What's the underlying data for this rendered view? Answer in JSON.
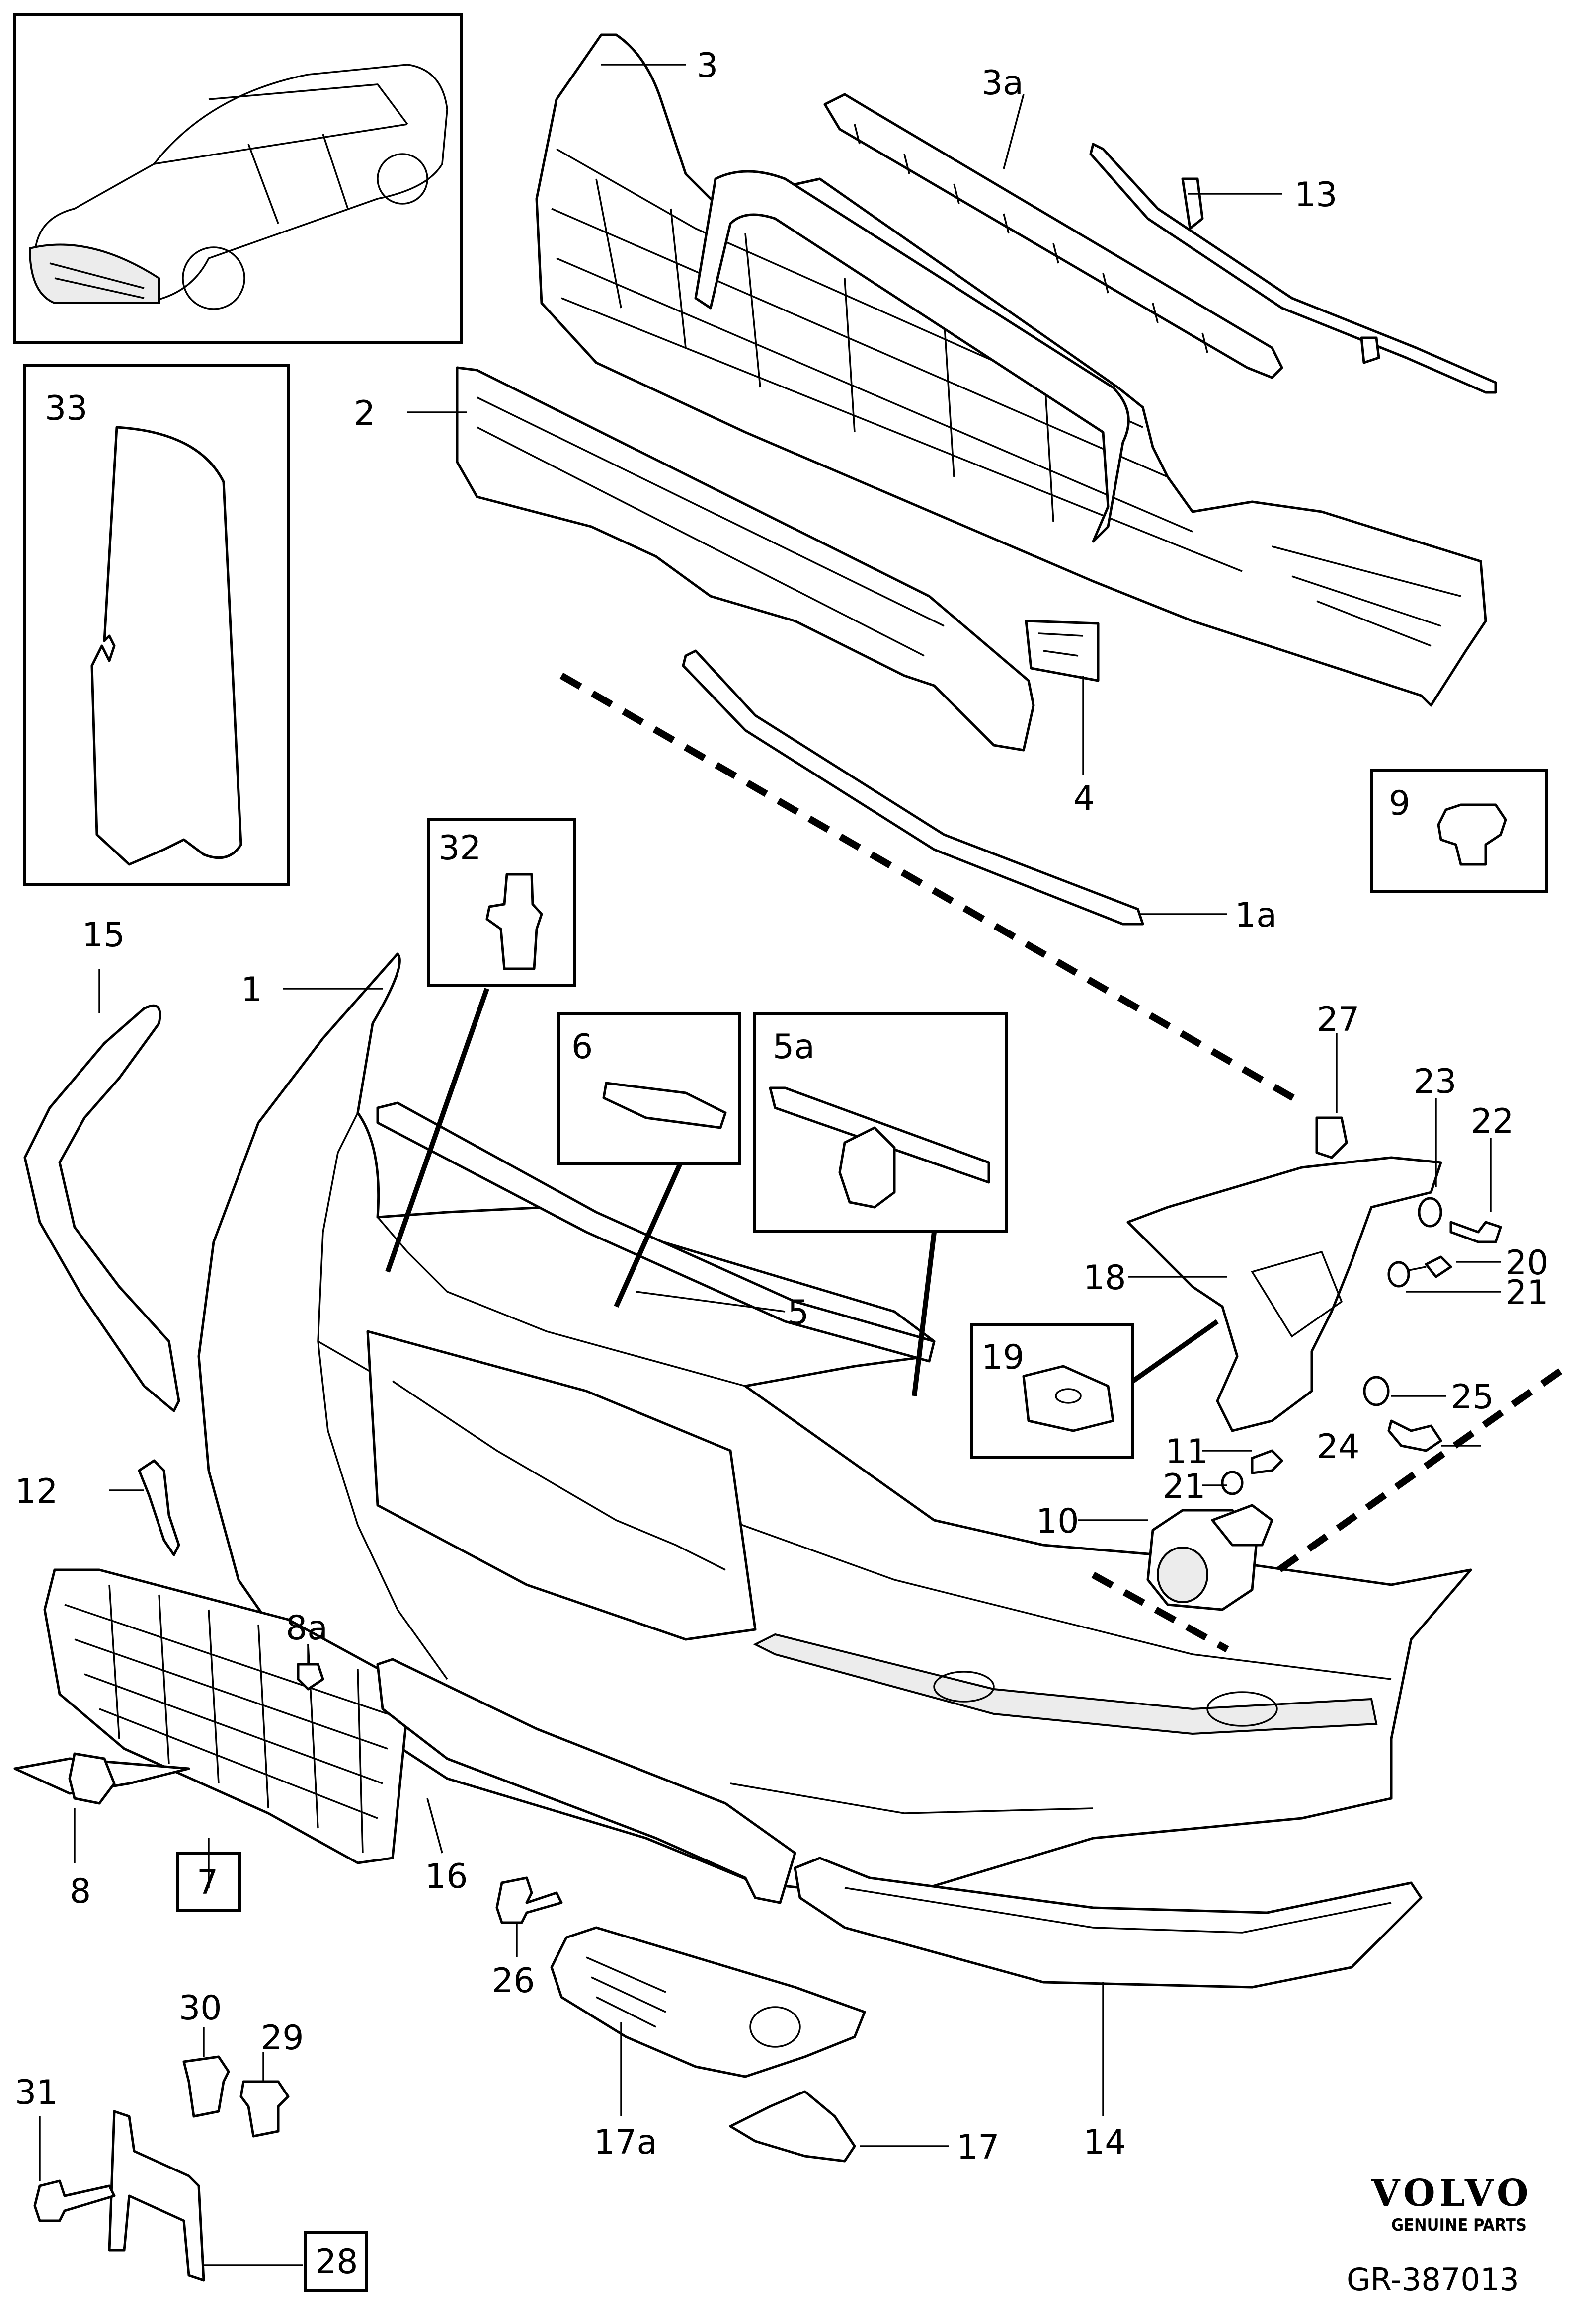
{
  "diagram": {
    "callouts": {
      "c1": "1",
      "c1a": "1a",
      "c2": "2",
      "c3": "3",
      "c3a": "3a",
      "c4": "4",
      "c5": "5",
      "c5a": "5a",
      "c6": "6",
      "c7": "7",
      "c8": "8",
      "c8a": "8a",
      "c9": "9",
      "c10": "10",
      "c11": "11",
      "c12": "12",
      "c13": "13",
      "c14": "14",
      "c15": "15",
      "c16": "16",
      "c17": "17",
      "c17a": "17a",
      "c18": "18",
      "c19": "19",
      "c20": "20",
      "c21a": "21",
      "c21b": "21",
      "c22": "22",
      "c23": "23",
      "c24": "24",
      "c25": "25",
      "c26": "26",
      "c27": "27",
      "c28": "28",
      "c29": "29",
      "c30": "30",
      "c31": "31",
      "c32": "32",
      "c33": "33"
    },
    "brand": {
      "logo_text": "VOLVO",
      "logo_subtext": "GENUINE PARTS"
    },
    "document_id": "GR-387013"
  }
}
